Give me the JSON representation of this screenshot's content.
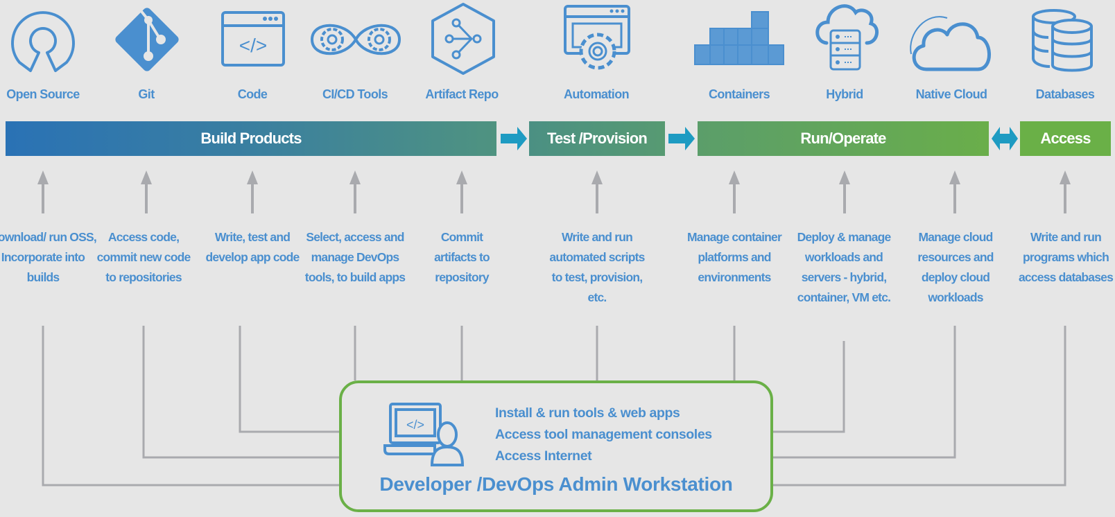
{
  "title": "Developer / DevOps Admin Workstation access diagram",
  "colors": {
    "background": "#e6e6e6",
    "icon_blue": "#4a8fcf",
    "build_start": "#2a72b5",
    "build_end": "#4f9380",
    "run_end": "#6ab047",
    "flow_arrow": "#1e9bc2",
    "connector_gray": "#a9aaae",
    "workstation_border": "#6ab047"
  },
  "tools": [
    {
      "label": "Open Source",
      "icon": "open-source-icon"
    },
    {
      "label": "Git",
      "icon": "git-icon"
    },
    {
      "label": "Code",
      "icon": "code-window-icon"
    },
    {
      "label": "CI/CD Tools",
      "icon": "cicd-gears-icon"
    },
    {
      "label": "Artifact Repo",
      "icon": "artifact-repo-icon"
    },
    {
      "label": "Automation",
      "icon": "automation-gear-icon"
    },
    {
      "label": "Containers",
      "icon": "containers-icon"
    },
    {
      "label": "Hybrid",
      "icon": "hybrid-cloud-server-icon"
    },
    {
      "label": "Native Cloud",
      "icon": "cloud-icon"
    },
    {
      "label": "Databases",
      "icon": "databases-icon"
    }
  ],
  "stages": [
    {
      "label": "Build Products"
    },
    {
      "label": "Test /Provision"
    },
    {
      "label": "Run/Operate"
    },
    {
      "label": "Access"
    }
  ],
  "flow_arrows": [
    "right-arrow",
    "right-arrow",
    "double-arrow"
  ],
  "descriptions": [
    "Download/ run OSS, Incorporate into builds",
    "Access code, commit new code to repositories",
    "Write, test and develop app code",
    "Select, access and manage DevOps tools, to build apps",
    "Commit artifacts to repository",
    "Write and run automated scripts to test, provision, etc.",
    "Manage container platforms and environments",
    "Deploy & manage workloads and servers - hybrid, container, VM etc.",
    "Manage cloud resources and deploy cloud workloads",
    "Write and run programs which access databases"
  ],
  "workstation": {
    "lines": [
      "Install & run tools & web apps",
      "Access tool management consoles",
      "Access Internet"
    ],
    "title": "Developer /DevOps Admin Workstation",
    "icon": "developer-laptop-icon"
  }
}
